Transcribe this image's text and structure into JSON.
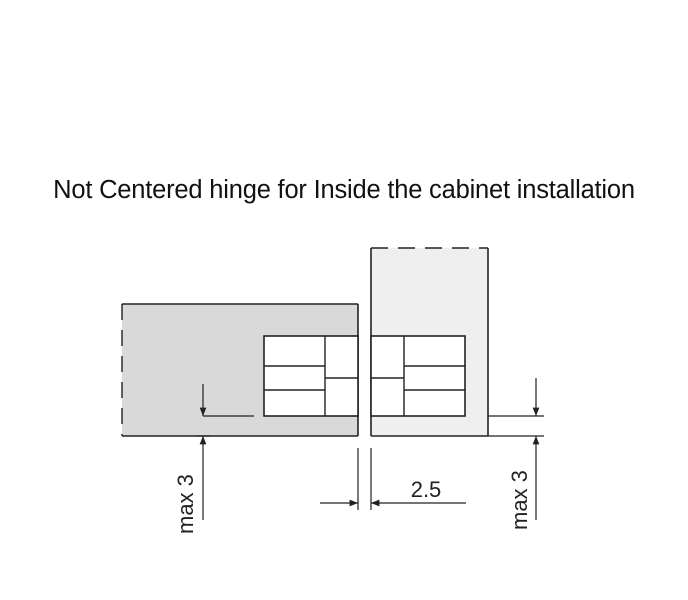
{
  "title": "Not Centered hinge for Inside the cabinet installation",
  "dimensions": {
    "left_offset": "max 3",
    "gap": "2.5",
    "right_offset": "max 3"
  },
  "colors": {
    "cabinet_side_fill": "#d9d9d9",
    "door_fill": "#efefef",
    "line": "#222222",
    "hinge_fill": "#ffffff"
  }
}
